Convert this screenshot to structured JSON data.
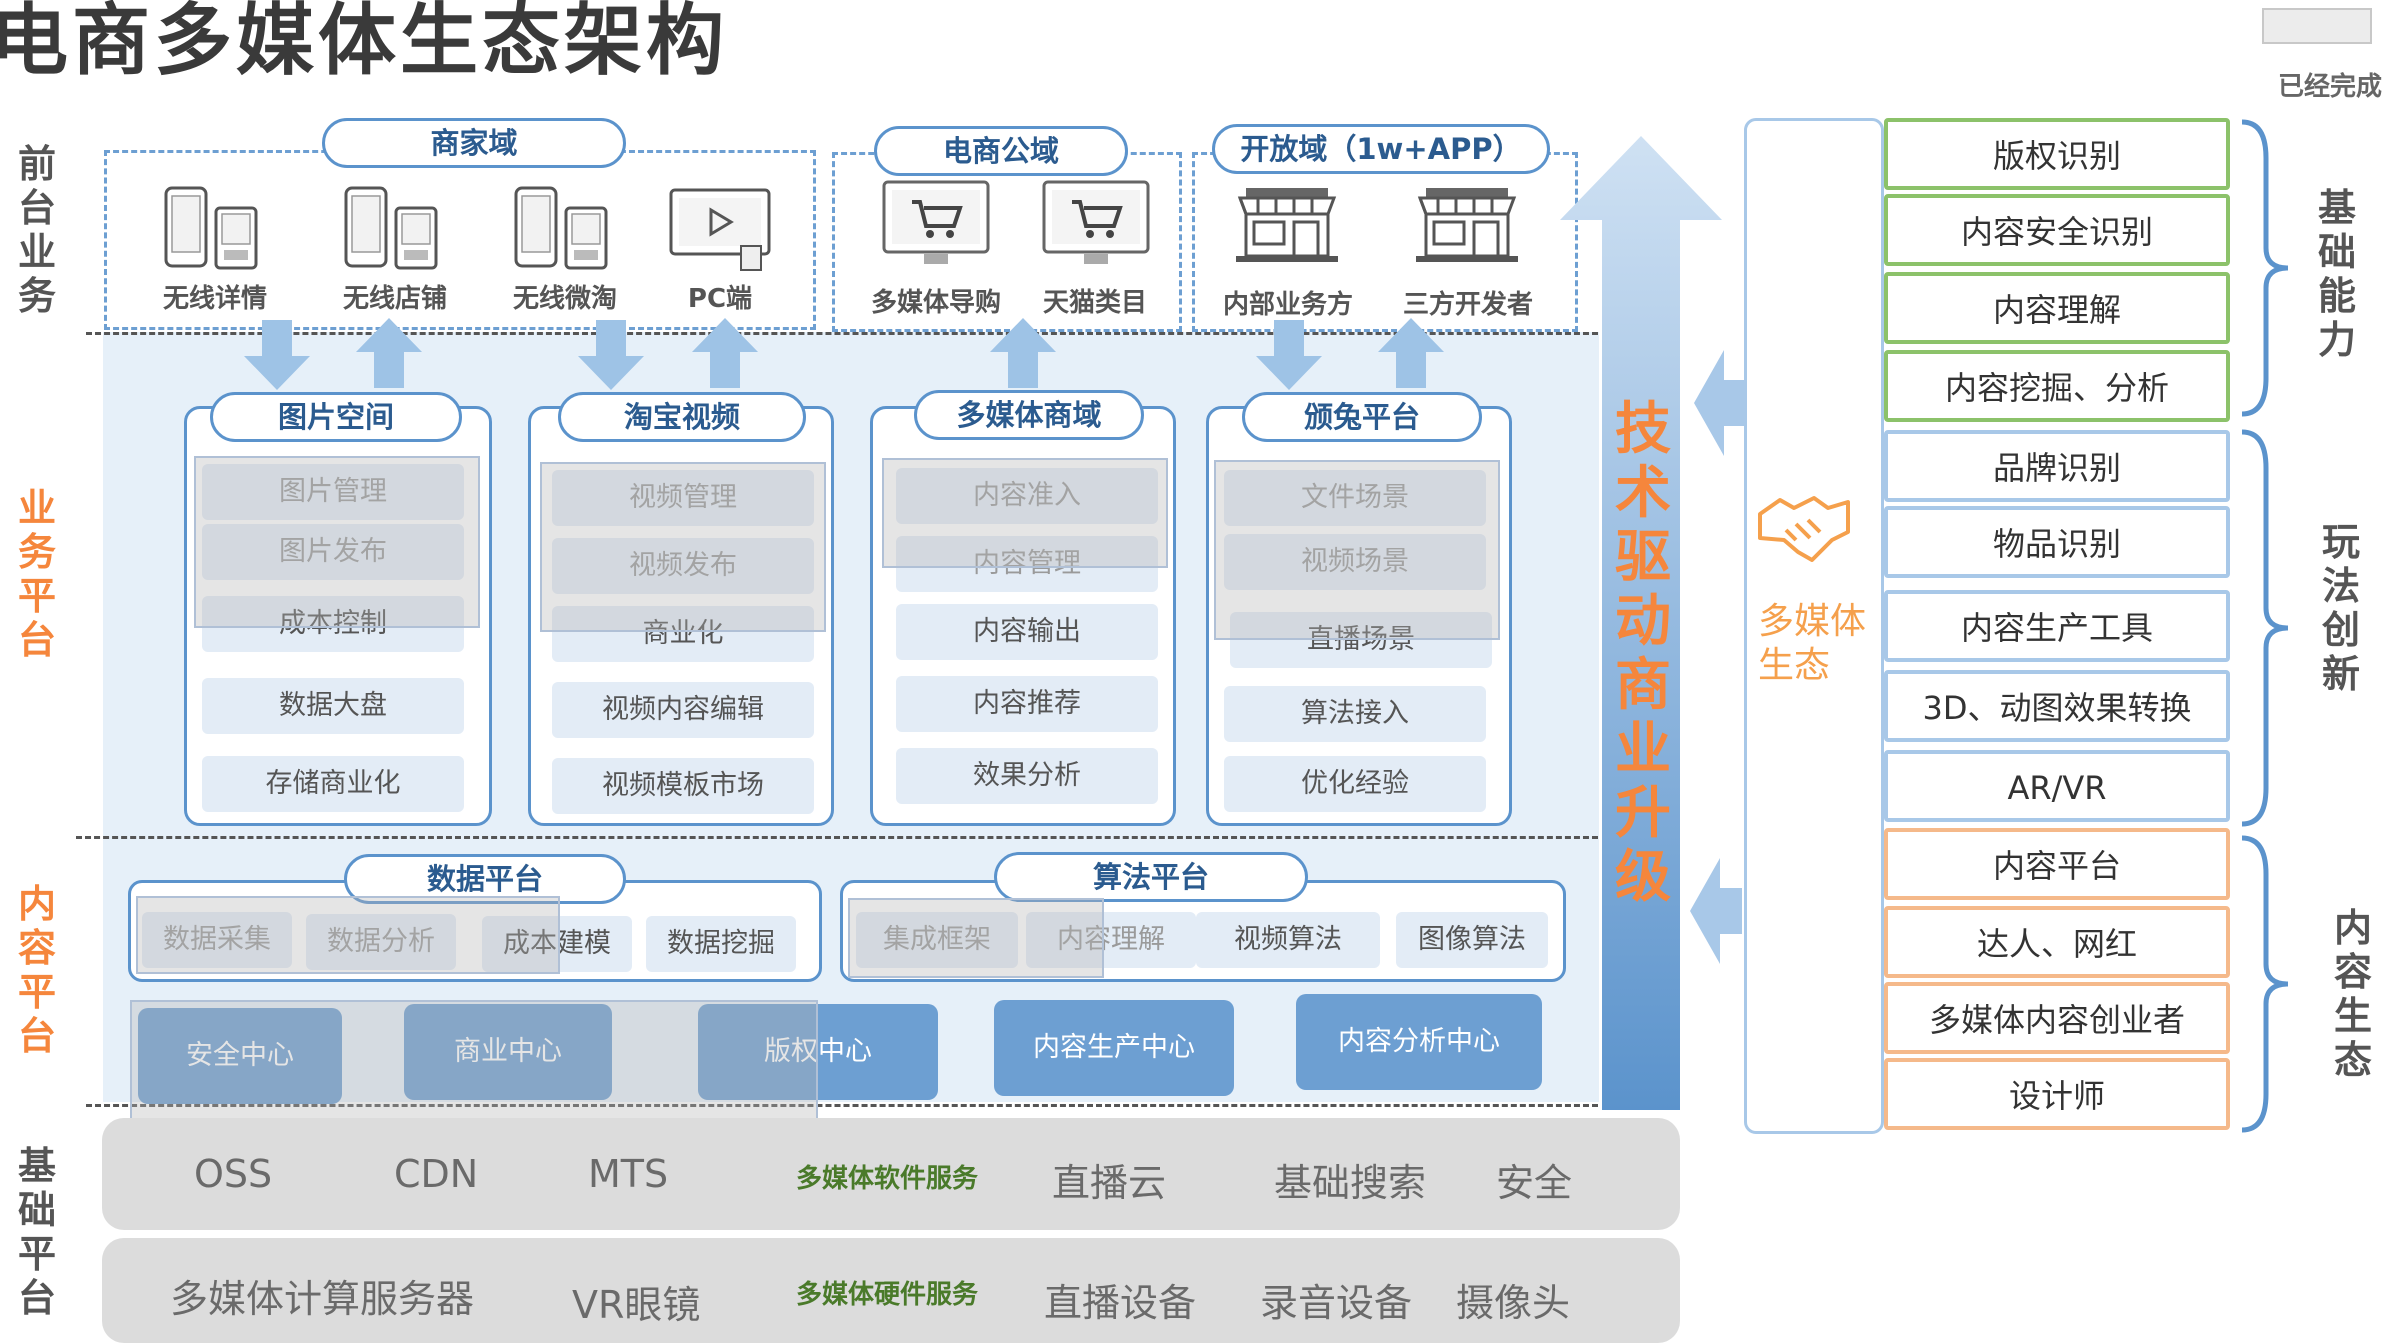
{
  "title": "电商多媒体生态架构",
  "status_text": "已经完成",
  "left_labels": {
    "front": "前台业务",
    "business": "业务平台",
    "content": "内容平台",
    "base": "基础平台"
  },
  "domains": {
    "merchant": {
      "title": "商家域",
      "items": [
        "无线详情",
        "无线店铺",
        "无线微淘",
        "PC端"
      ]
    },
    "public": {
      "title": "电商公域",
      "items": [
        "多媒体导购",
        "天猫类目"
      ]
    },
    "open": {
      "title": "开放域（1w+APP）",
      "items": [
        "内部业务方",
        "三方开发者"
      ]
    }
  },
  "modules": [
    {
      "title": "图片空间",
      "items": [
        "图片管理",
        "图片发布",
        "成本控制",
        "数据大盘",
        "存储商业化"
      ]
    },
    {
      "title": "淘宝视频",
      "items": [
        "视频管理",
        "视频发布",
        "商业化",
        "视频内容编辑",
        "视频模板市场"
      ]
    },
    {
      "title": "多媒体商域",
      "items": [
        "内容准入",
        "内容管理",
        "内容输出",
        "内容推荐",
        "效果分析"
      ]
    },
    {
      "title": "颁兔平台",
      "items": [
        "文件场景",
        "视频场景",
        "直播场景",
        "算法接入",
        "优化经验"
      ]
    }
  ],
  "data_platform": {
    "title": "数据平台",
    "items": [
      "数据采集",
      "数据分析",
      "成本建模",
      "数据挖掘"
    ]
  },
  "algo_platform": {
    "title": "算法平台",
    "items": [
      "集成框架",
      "内容理解",
      "视频算法",
      "图像算法"
    ]
  },
  "centers": [
    "安全中心",
    "商业中心",
    "版权中心",
    "内容生产中心",
    "内容分析中心"
  ],
  "base_rows": {
    "software": {
      "items": [
        "OSS",
        "CDN",
        "MTS",
        "直播云",
        "基础搜索",
        "安全"
      ],
      "label": "多媒体软件服务"
    },
    "hardware": {
      "items": [
        "多媒体计算服务器",
        "VR眼镜",
        "直播设备",
        "录音设备",
        "摄像头"
      ],
      "label": "多媒体硬件服务"
    }
  },
  "tech_arrow_text": "技术驱动商业升级",
  "ecosystem_text": "多媒体生态",
  "capabilities": [
    "版权识别",
    "内容安全识别",
    "内容理解",
    "内容挖掘、分析",
    "品牌识别",
    "物品识别",
    "内容生产工具",
    "3D、动图效果转换",
    "AR/VR",
    "内容平台",
    "达人、网红",
    "多媒体内容创业者",
    "设计师"
  ],
  "right_labels": {
    "basic": "基础能力",
    "play": "玩法创新",
    "content": "内容生态"
  },
  "colors": {
    "blue_border": "#5b93cc",
    "panel": "#e6f0f9",
    "orange": "#f5863c",
    "green": "#8cc26a",
    "center": "#6d9fd2"
  }
}
